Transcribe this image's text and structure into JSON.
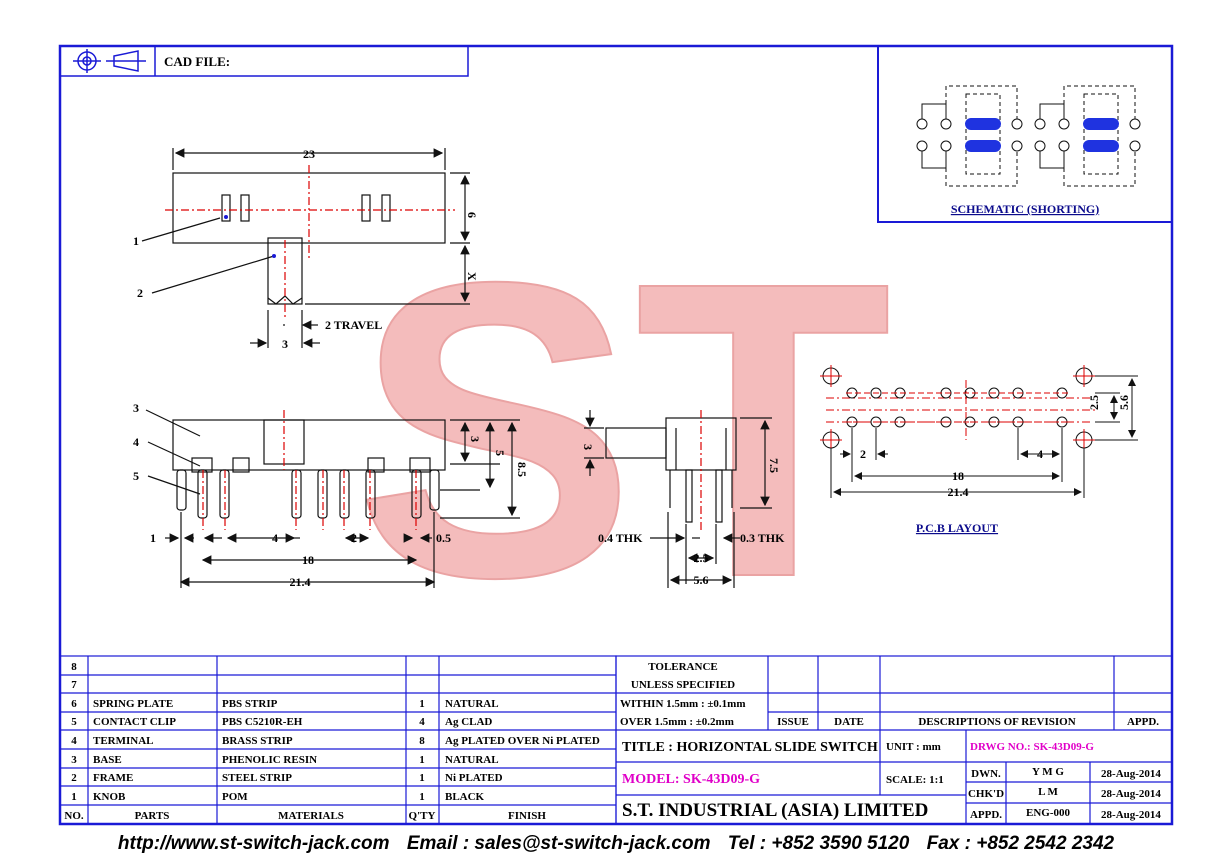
{
  "header": {
    "cad_label": "CAD FILE:"
  },
  "drawing": {
    "dims": {
      "length": "23",
      "height": "6",
      "x": "X",
      "knob_width": "3",
      "travel": "2 TRAVEL",
      "pin_pitch_a": "1",
      "pin_pitch_b": "4",
      "pin_pitch_c": "2",
      "pin_thk": "0.5",
      "span_18": "18",
      "span_214": "21.4",
      "h3": "3",
      "h5": "5",
      "h85": "8.5",
      "side_3": "3",
      "side_75": "7.5",
      "thk_04": "0.4 THK",
      "thk_03": "0.3 THK",
      "side_25": "2.5",
      "side_56": "5.6",
      "pcb_2": "2",
      "pcb_4": "4",
      "pcb_18": "18",
      "pcb_214": "21.4",
      "pcb_25": "2.5",
      "pcb_56": "5.6"
    },
    "callouts": [
      "1",
      "2",
      "3",
      "4",
      "5"
    ],
    "schematic_title": "SCHEMATIC (SHORTING)",
    "pcb_title": "P.C.B LAYOUT",
    "watermark": "ST"
  },
  "parts_table": {
    "headers": [
      "NO.",
      "PARTS",
      "MATERIALS",
      "Q'TY",
      "FINISH"
    ],
    "rows": [
      {
        "no": "8",
        "part": "",
        "material": "",
        "qty": "",
        "finish": ""
      },
      {
        "no": "7",
        "part": "",
        "material": "",
        "qty": "",
        "finish": ""
      },
      {
        "no": "6",
        "part": "SPRING PLATE",
        "material": "PBS STRIP",
        "qty": "1",
        "finish": "NATURAL"
      },
      {
        "no": "5",
        "part": "CONTACT CLIP",
        "material": "PBS C5210R-EH",
        "qty": "4",
        "finish": "Ag CLAD"
      },
      {
        "no": "4",
        "part": "TERMINAL",
        "material": "BRASS STRIP",
        "qty": "8",
        "finish": "Ag PLATED OVER Ni PLATED"
      },
      {
        "no": "3",
        "part": "BASE",
        "material": "PHENOLIC RESIN",
        "qty": "1",
        "finish": "NATURAL"
      },
      {
        "no": "2",
        "part": "FRAME",
        "material": "STEEL STRIP",
        "qty": "1",
        "finish": "Ni PLATED"
      },
      {
        "no": "1",
        "part": "KNOB",
        "material": "POM",
        "qty": "1",
        "finish": "BLACK"
      }
    ]
  },
  "title_block": {
    "tolerance_1": "TOLERANCE",
    "tolerance_2": "UNLESS SPECIFIED",
    "within": "WITHIN  1.5mm : ±0.1mm",
    "over": "OVER    1.5mm : ±0.2mm",
    "issue": "ISSUE",
    "date": "DATE",
    "descriptions": "DESCRIPTIONS OF REVISION",
    "appd_head": "APPD.",
    "title": "TITLE : HORIZONTAL SLIDE SWITCH",
    "unit": "UNIT :   mm",
    "drwg_no": "DRWG NO.: SK-43D09-G",
    "model": "MODEL: SK-43D09-G",
    "scale": "SCALE:   1:1",
    "company": "S.T. INDUSTRIAL (ASIA) LIMITED",
    "dwn_label": "DWN.",
    "dwn_name": "Y M G",
    "dwn_date": "28-Aug-2014",
    "chk_label": "CHK'D",
    "chk_name": "L M",
    "chk_date": "28-Aug-2014",
    "appd_label": "APPD.",
    "appd_name": "ENG-000",
    "appd_date": "28-Aug-2014"
  },
  "footer": {
    "url": "http://www.st-switch-jack.com",
    "email": "Email : sales@st-switch-jack.com",
    "tel": "Tel : +852 3590 5120",
    "fax": "Fax : +852 2542 2342"
  },
  "colors": {
    "frame": "#1a1ad6",
    "schematic_contact": "#1f33e0",
    "watermark": "#f2a8a8",
    "model_text": "#e000c8"
  }
}
